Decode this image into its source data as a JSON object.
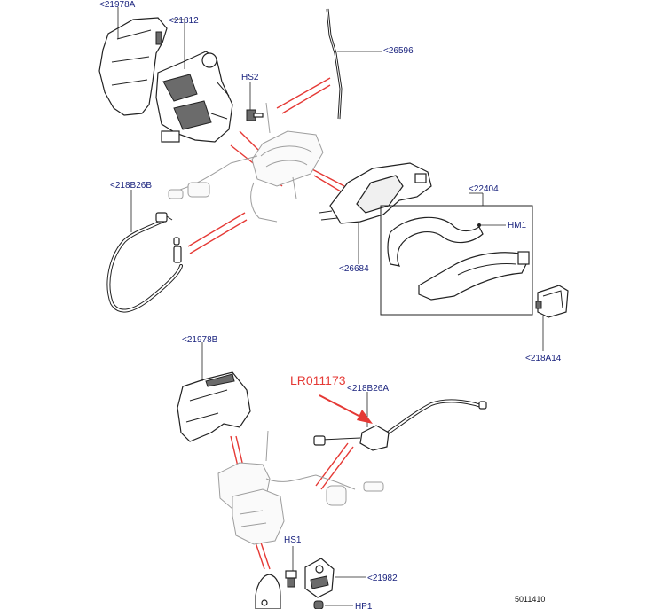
{
  "diagram": {
    "callouts": {
      "p21978A": "<21978A",
      "p21812": "<21812",
      "p26596": "<26596",
      "hs2": "HS2",
      "p218B26B": "<218B26B",
      "p22404": "<22404",
      "hm1": "HM1",
      "p26684": "<26684",
      "p218A14": "<218A14",
      "p21978B": "<21978B",
      "p218B26A": "<218B26A",
      "hs1": "HS1",
      "p21982": "<21982",
      "hp1": "HP1"
    },
    "highlight_part": "LR011173",
    "figure_number": "5011410",
    "colors": {
      "label": "#1a237e",
      "highlight": "#e53935",
      "line": "#222222"
    }
  }
}
